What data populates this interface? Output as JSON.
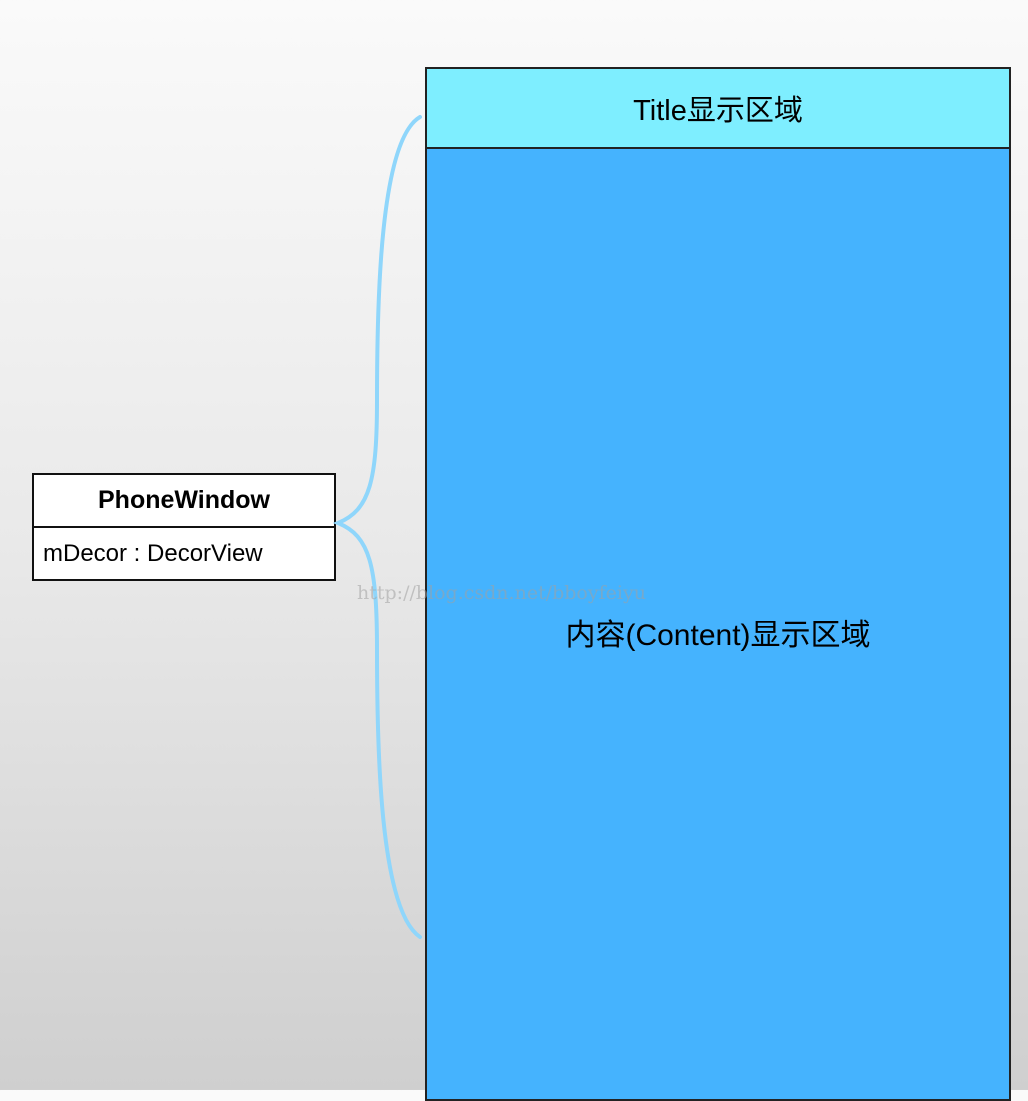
{
  "phone_window": {
    "class_name": "PhoneWindow",
    "attribute": "mDecor : DecorView"
  },
  "decor_view": {
    "title_label": "Title显示区域",
    "content_label": "内容(Content)显示区域"
  },
  "watermark": "http://blog.csdn.net/bboyfeiyu",
  "colors": {
    "title_area": "#7eeeff",
    "content_area": "#45b3fe",
    "brace": "#8fd6fb"
  }
}
